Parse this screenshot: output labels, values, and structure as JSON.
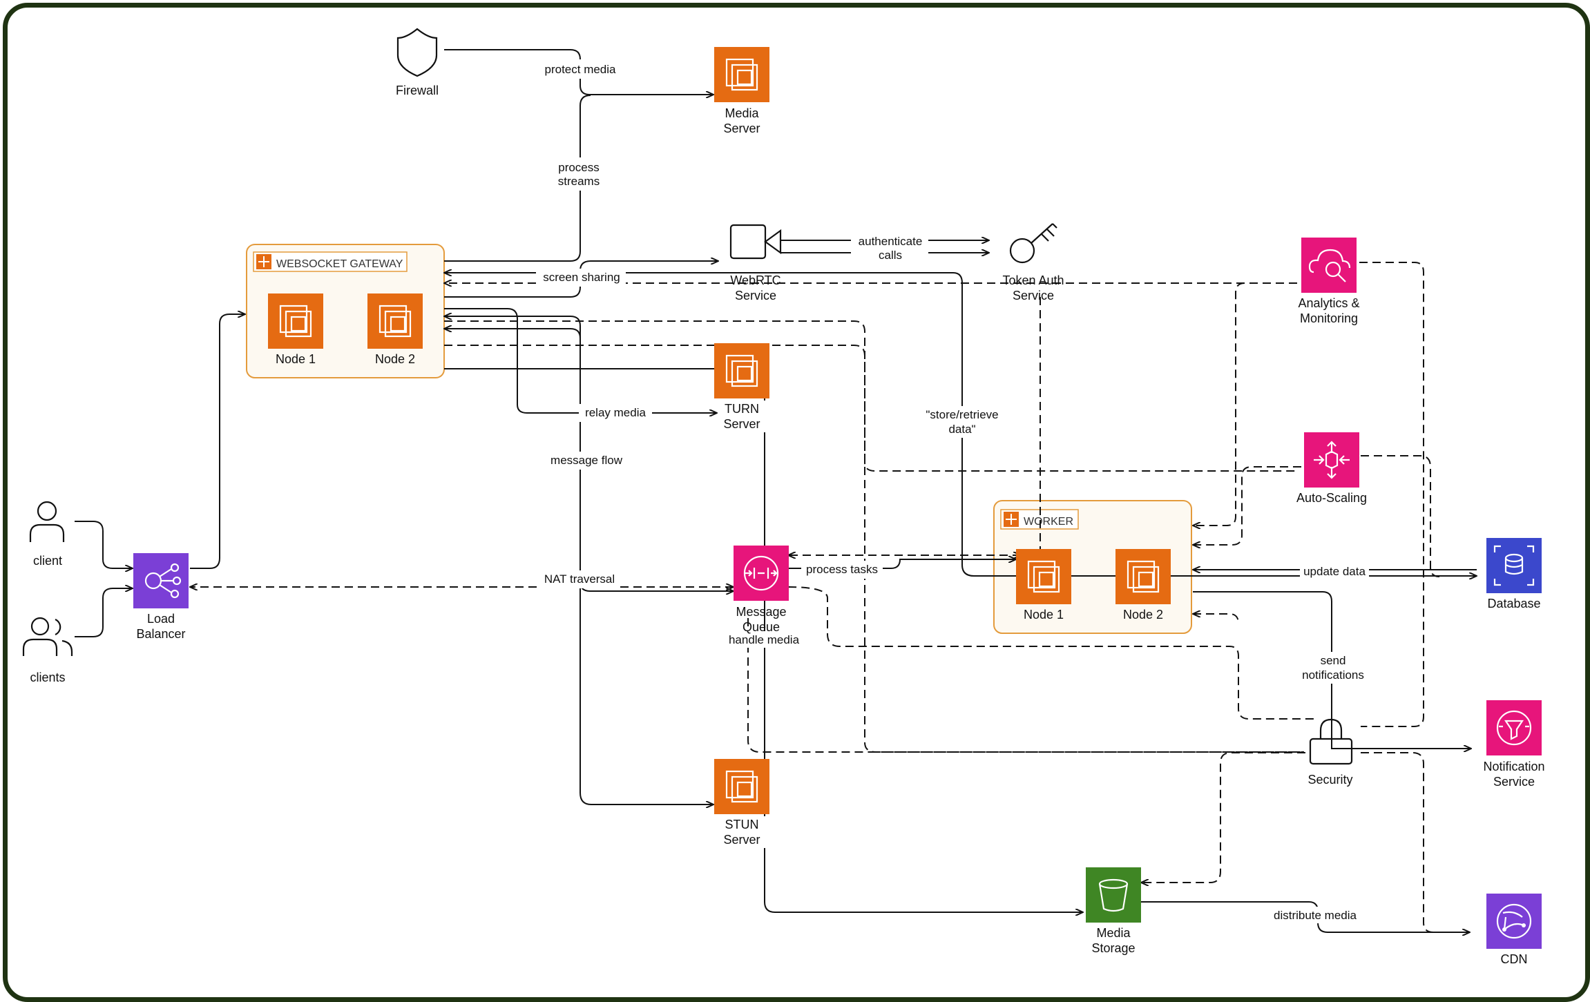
{
  "colors": {
    "frame": "#1f3312",
    "compute": "#e56b12",
    "network": "#7b3fd6",
    "app_integration": "#e7157b",
    "storage": "#3f8624",
    "database": "#3b48cc",
    "group_border": "#e49b3c"
  },
  "groups": {
    "websocket": {
      "title": "WEBSOCKET GATEWAY",
      "icon": "group-icon",
      "nodes": [
        "Node 1",
        "Node 2"
      ]
    },
    "worker": {
      "title": "WORKER",
      "icon": "group-icon",
      "nodes": [
        "Node 1",
        "Node 2"
      ]
    }
  },
  "nodes": {
    "client": "client",
    "clients": "clients",
    "load_balancer": [
      "Load",
      "Balancer"
    ],
    "firewall": "Firewall",
    "media_server": [
      "Media",
      "Server"
    ],
    "webrtc_service": [
      "WebRTC",
      "Service"
    ],
    "token_auth": [
      "Token Auth",
      "Service"
    ],
    "turn_server": [
      "TURN",
      "Server"
    ],
    "stun_server": [
      "STUN",
      "Server"
    ],
    "message_queue": [
      "Message",
      "Queue"
    ],
    "media_storage": [
      "Media",
      "Storage"
    ],
    "analytics": [
      "Analytics &",
      "Monitoring"
    ],
    "autoscaling": "Auto-Scaling",
    "database": "Database",
    "notification": [
      "Notification",
      "Service"
    ],
    "cdn": "CDN",
    "security": "Security"
  },
  "edges": {
    "protect_media": "protect media",
    "process_streams": [
      "process",
      "streams"
    ],
    "authenticate_calls": [
      "authenticate",
      "calls"
    ],
    "screen_sharing": "screen sharing",
    "relay_media": "relay media",
    "message_flow": "message flow",
    "store_retrieve": [
      "\"store/retrieve",
      "data\""
    ],
    "nat_traversal": "NAT traversal",
    "process_tasks": "process tasks",
    "handle_media": "handle media",
    "update_data": "update data",
    "send_notifications": [
      "send",
      "notifications"
    ],
    "distribute_media": "distribute media"
  }
}
